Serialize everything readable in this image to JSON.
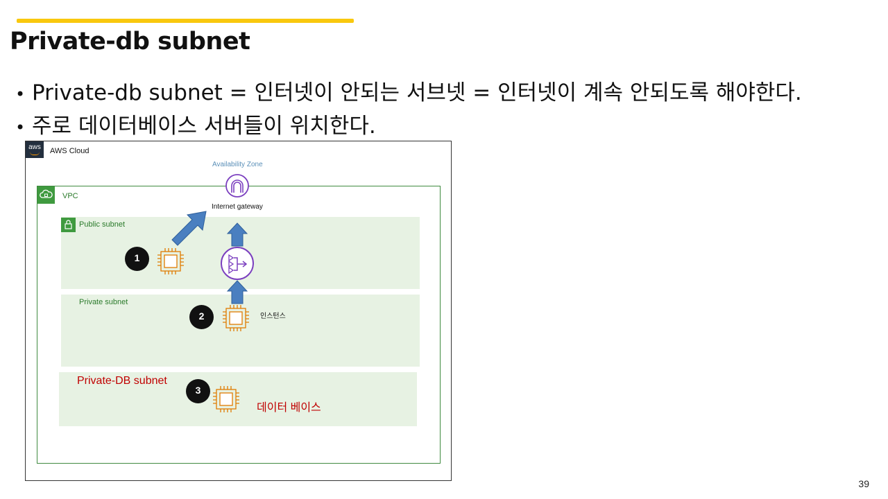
{
  "slide": {
    "title": "Private-db subnet",
    "bullets": [
      "Private-db subnet = 인터넷이 안되는 서브넷 = 인터넷이 계속 안되도록 해야한다.",
      "주로 데이터베이스 서버들이 위치한다."
    ],
    "page_number": "39",
    "accent_color": "#f9c80e"
  },
  "diagram": {
    "aws_logo_text": "aws",
    "aws_cloud_label": "AWS Cloud",
    "availability_zone_label": "Availability Zone",
    "vpc_label": "VPC",
    "internet_gateway_label": "Internet gateway",
    "public_subnet_label": "Public subnet",
    "private_subnet_label": "Private subnet",
    "private_db_subnet_label": "Private-DB subnet",
    "instance_label": "인스턴스",
    "database_label": "데이터 베이스",
    "badges": [
      "1",
      "2",
      "3"
    ],
    "colors": {
      "chip": "#e07b00",
      "gateway": "#7b3fbf",
      "arrow": "#4a7fc0",
      "subnet_fill": "#e7f2e3",
      "vpc_border": "#3f8a3f",
      "db_text": "#c00000"
    }
  }
}
